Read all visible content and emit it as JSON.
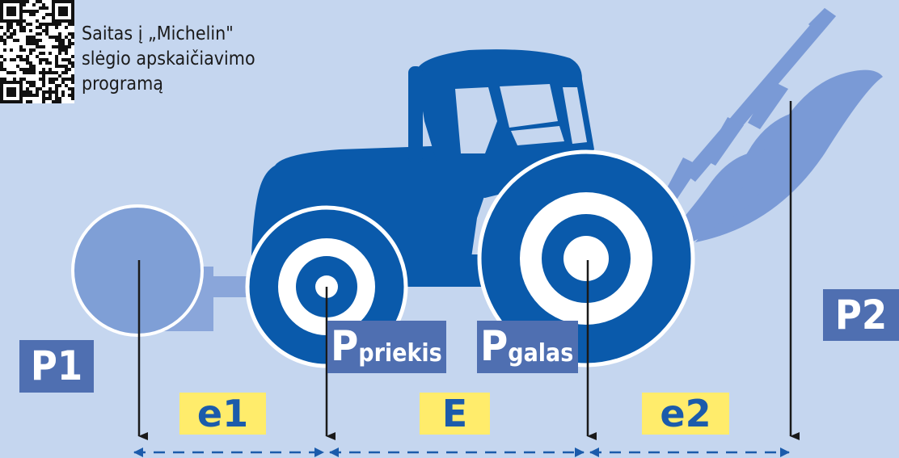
{
  "link": {
    "line1": "Saitas į „Michelin\"",
    "line2": "slėgio apskaičiavimo",
    "line3": "programą"
  },
  "labels": {
    "p1": "P1",
    "p2": "P2",
    "p_front_main": "P",
    "p_front_sub": "priekis",
    "p_rear_main": "P",
    "p_rear_sub": "galas"
  },
  "dimensions": {
    "e1": "e1",
    "E": "E",
    "e2": "e2"
  },
  "colors": {
    "background": "#c5d6ef",
    "tractor": "#0a5aab",
    "plough": "#7a9ad6",
    "ballast": "#7f9fd6",
    "label_box": "#4f6fb1",
    "dimension_box": "#ffec6b",
    "dimension_text": "#1b5bab",
    "dimension_line": "#1b5bab"
  },
  "icons": [
    "qr-code-icon",
    "tractor-icon",
    "plough-icon",
    "front-ballast-icon"
  ]
}
